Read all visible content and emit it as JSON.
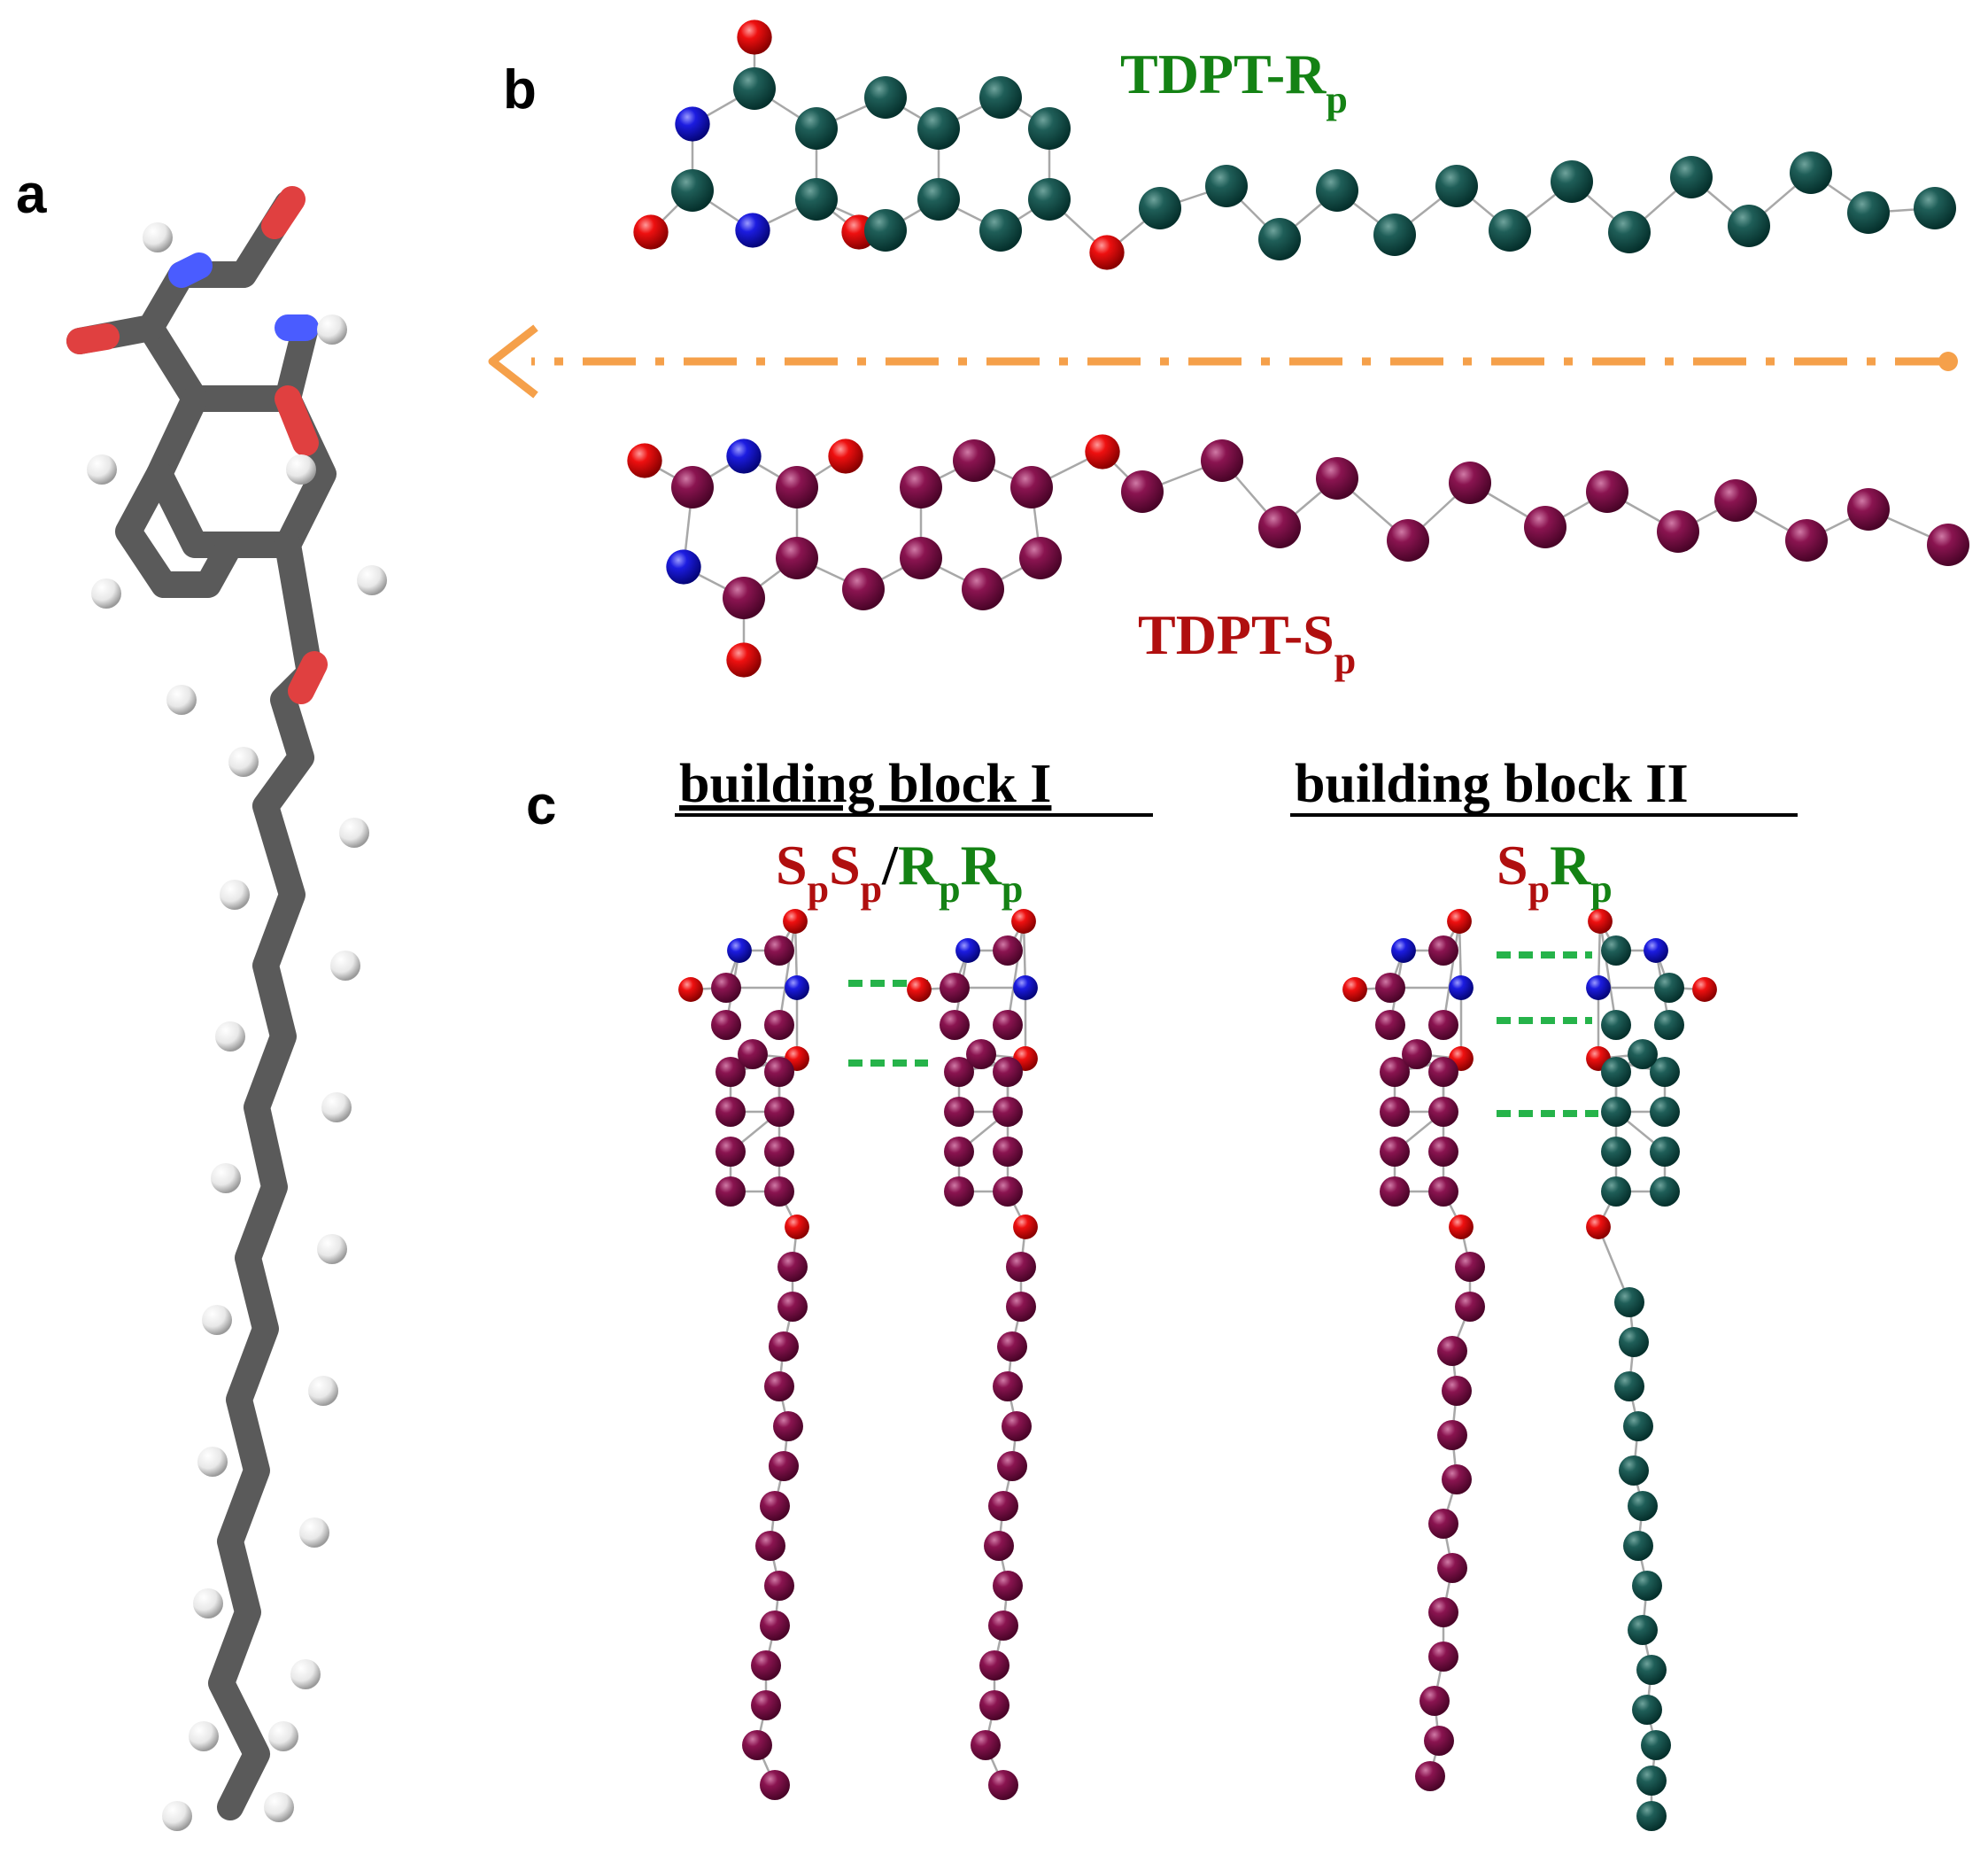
{
  "panels": {
    "a": "a",
    "b": "b",
    "c": "c"
  },
  "molecule_labels": {
    "r_main": "TDPT-R",
    "r_sub": "p",
    "s_main": "TDPT-S",
    "s_sub": "p"
  },
  "building_blocks": {
    "block1_title": "building block I",
    "block2_title": "building block II",
    "block1_formula": {
      "S1": "S",
      "p1": "p",
      "S2": "S",
      "p2": "p",
      "slash": "/",
      "R1": "R",
      "p3": "p",
      "R2": "R",
      "p4": "p"
    },
    "block2_formula": {
      "S1": "S",
      "p1": "p",
      "R1": "R",
      "p2": "p"
    }
  },
  "colors": {
    "r_enantiomer": "#0f4f4a",
    "s_enantiomer": "#7e0a46",
    "oxygen": "#e60000",
    "nitrogen": "#1414d6",
    "carbon_stick": "#5a5a5a",
    "hydrogen": "#f2f2f2",
    "hbond": "#26b34a",
    "arrow": "#f5a04a",
    "label_green": "#148214",
    "label_red": "#b00f0f"
  }
}
